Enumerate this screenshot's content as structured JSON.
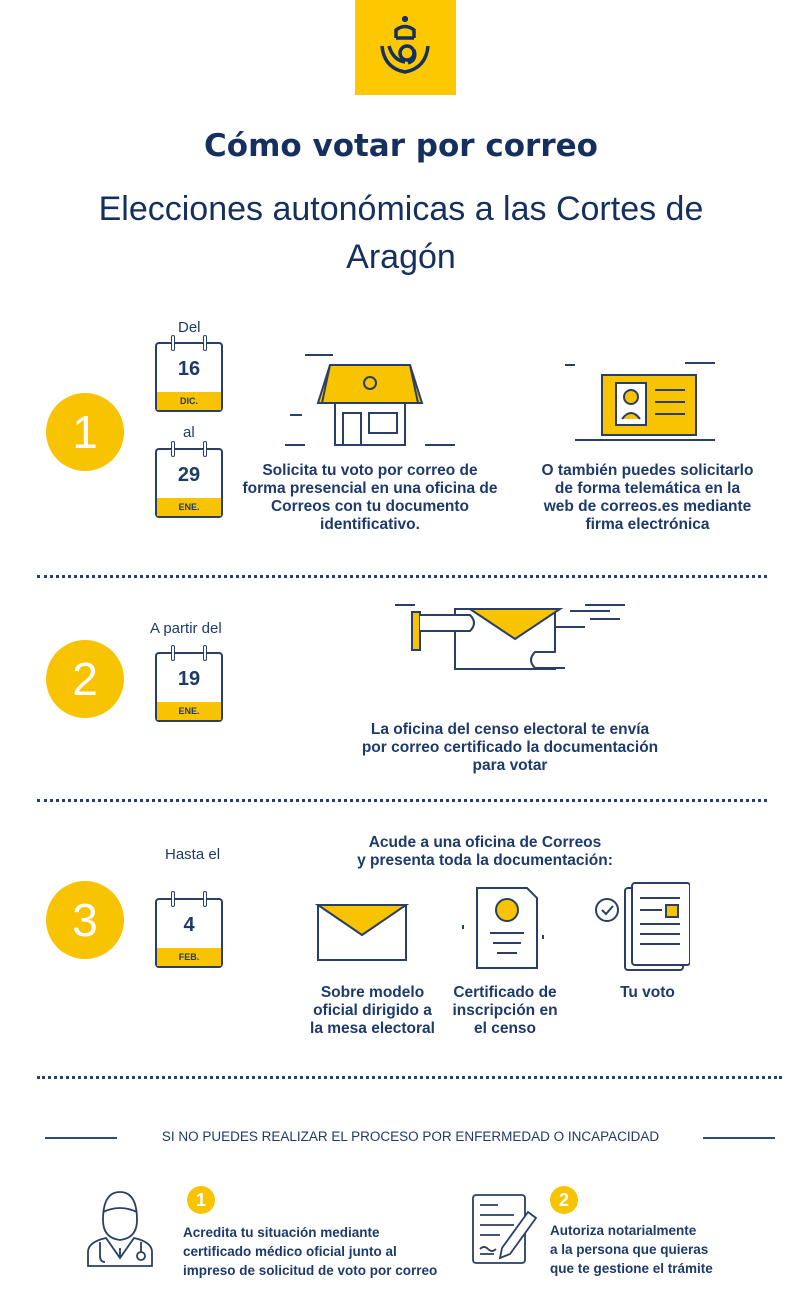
{
  "header": {
    "logo": "Correos",
    "title": "Cómo votar por correo",
    "subtitle": "Elecciones autonómicas a las Cortes de Aragón"
  },
  "colors": {
    "navy": "#1d3a6b",
    "yellow": "#f8c300"
  },
  "step1": {
    "number": "1",
    "from_label": "Del",
    "from_day": "16",
    "from_month": "DIC.",
    "to_label": "al",
    "to_day": "29",
    "to_month": "ENE.",
    "option1": [
      "Solicita tu voto por correo de",
      "forma presencial en una oficina de",
      "Correos con tu documento",
      "identificativo."
    ],
    "option2": [
      "O también puedes solicitarlo",
      "de forma telemática en la",
      "web de correos.es mediante",
      "firma electrónica"
    ]
  },
  "step2": {
    "number": "2",
    "label": "A partir del",
    "day": "19",
    "month": "ENE.",
    "text": [
      "La oficina del censo electoral te envía",
      "por correo certificado la documentación",
      "para votar"
    ]
  },
  "step3": {
    "number": "3",
    "label": "Hasta el",
    "day": "4",
    "month": "FEB.",
    "heading": [
      "Acude a una oficina de Correos",
      "y presenta toda la documentación:"
    ],
    "items": [
      {
        "text": [
          "Sobre modelo",
          "oficial dirigido a",
          "la mesa electoral"
        ]
      },
      {
        "text": [
          "Certificado de",
          "inscripción en",
          "el censo"
        ]
      },
      {
        "text": [
          "Tu voto"
        ]
      }
    ]
  },
  "illness": {
    "heading": "SI NO PUEDES REALIZAR EL PROCESO POR ENFERMEDAD O INCAPACIDAD",
    "items": [
      {
        "badge": "1",
        "text": [
          "Acredita tu situación mediante",
          "certificado médico oficial junto al",
          "impreso de solicitud de voto por correo"
        ]
      },
      {
        "badge": "2",
        "text": [
          "Autoriza notarialmente",
          "a la persona que quieras",
          "que te gestione el trámite"
        ]
      }
    ]
  }
}
